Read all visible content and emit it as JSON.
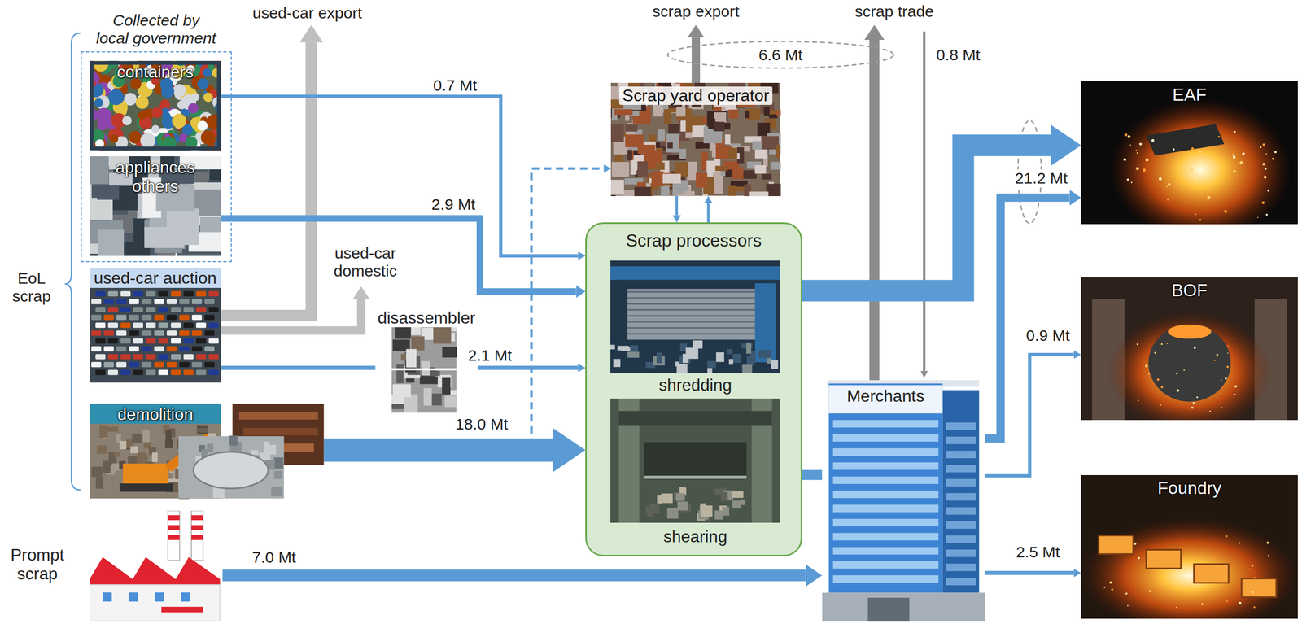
{
  "diagram": {
    "nodes": [
      {
        "text": [
          "Collected by local government"
        ]
      },
      {
        "text": [
          "containers"
        ],
        "in": 0
      },
      {
        "text": [
          "appliances others"
        ],
        "in": 0
      },
      {
        "text": [
          "used-car auction"
        ]
      },
      {
        "text": [
          "demolition"
        ]
      },
      {
        "text": [
          "Prompt scrap"
        ]
      },
      {
        "text": [
          "disassembler"
        ]
      },
      {
        "text": [
          "Scrap yard operator"
        ]
      },
      {
        "text": [
          "Scrap processors"
        ]
      },
      {
        "text": [
          "shredding"
        ],
        "in": 8
      },
      {
        "text": [
          "shearing"
        ],
        "in": 8
      },
      {
        "text": [
          "Merchants"
        ]
      },
      {
        "text": [
          "EAF"
        ]
      },
      {
        "text": [
          "BOF"
        ]
      },
      {
        "text": [
          "Foundry"
        ]
      }
    ],
    "edges": [
      {
        "from": 1,
        "to": 8,
        "label": "0.7 Mt",
        "arrow": "to"
      },
      {
        "from": 2,
        "to": 8,
        "label": "2.9 Mt",
        "arrow": "to"
      },
      {
        "from": 3,
        "to": 6,
        "arrow": "none"
      },
      {
        "from": 6,
        "to": 8,
        "label": "2.1 Mt",
        "arrow": "to"
      },
      {
        "from": 4,
        "to": 8,
        "label": "18.0 Mt",
        "arrow": "to"
      },
      {
        "from": 4,
        "to": 7,
        "arrow": "to"
      },
      {
        "from": 7,
        "to": 8,
        "arrow": "to"
      },
      {
        "from": 8,
        "to": 7,
        "arrow": "to"
      },
      {
        "from": 8,
        "to": 12,
        "arrow": "to"
      },
      {
        "from": 8,
        "to": 11,
        "arrow": "none"
      },
      {
        "from": 11,
        "to": 12,
        "arrow": "to"
      },
      {
        "from": 11,
        "to": 13,
        "label": "0.9 Mt",
        "arrow": "to"
      },
      {
        "from": 11,
        "to": 14,
        "label": "2.5 Mt",
        "arrow": "to"
      },
      {
        "from": 5,
        "to": 11,
        "label": "7.0 Mt",
        "arrow": "to"
      }
    ],
    "labels": [
      "EoL scrap",
      "used-car export",
      "used-car domestic",
      "scrap export",
      "scrap trade",
      "6.6 Mt",
      "0.8 Mt",
      "21.2 Mt"
    ]
  }
}
